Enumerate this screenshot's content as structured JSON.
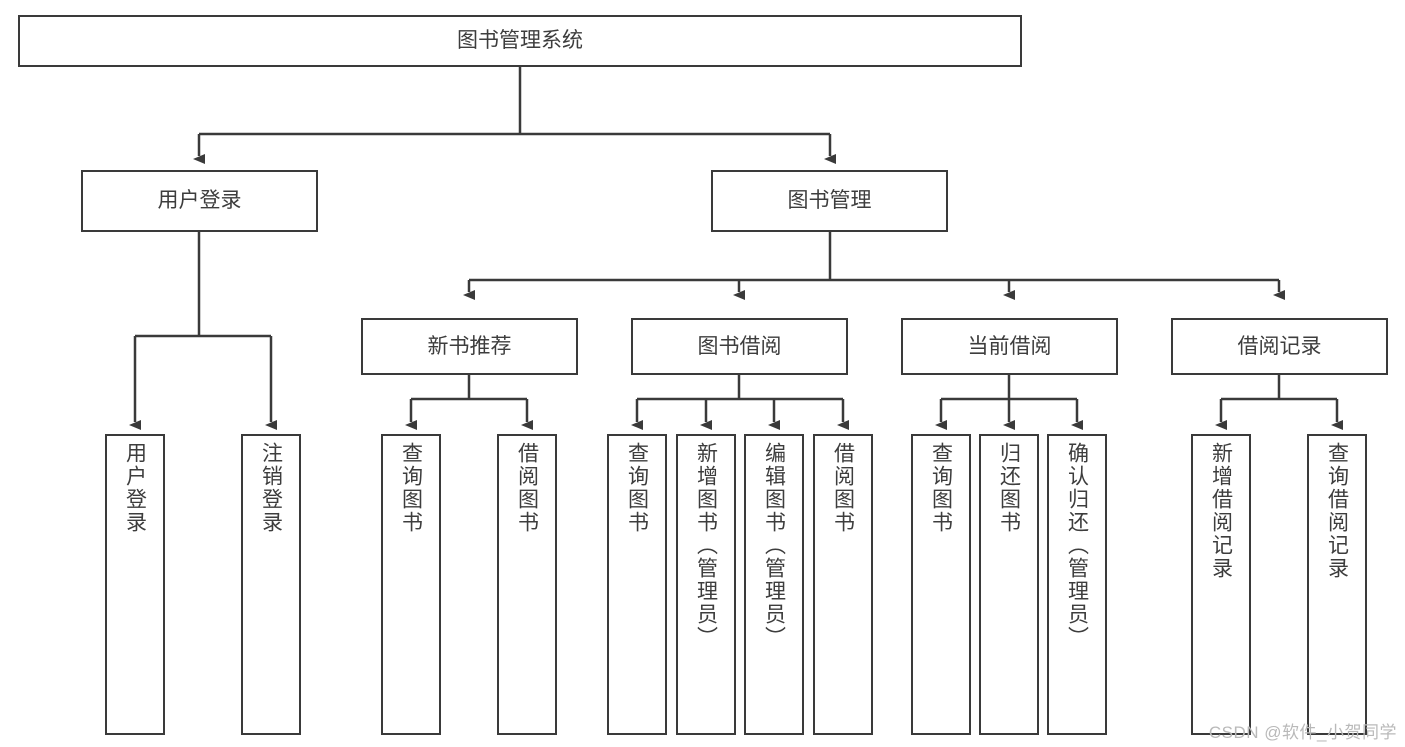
{
  "diagram": {
    "title": "图书管理系统",
    "type": "hierarchy-tree",
    "root": {
      "label": "图书管理系统"
    },
    "level2": [
      {
        "label": "用户登录"
      },
      {
        "label": "图书管理"
      }
    ],
    "level3": [
      {
        "label": "新书推荐"
      },
      {
        "label": "图书借阅"
      },
      {
        "label": "当前借阅"
      },
      {
        "label": "借阅记录"
      }
    ],
    "leaves": {
      "user_login": [
        {
          "label": "用户登录"
        },
        {
          "label": "注销登录"
        }
      ],
      "new_book_recommend": [
        {
          "label": "查询图书"
        },
        {
          "label": "借阅图书"
        }
      ],
      "book_borrow": [
        {
          "label": "查询图书"
        },
        {
          "label": "新增图书（管理员）"
        },
        {
          "label": "编辑图书（管理员）"
        },
        {
          "label": "借阅图书"
        }
      ],
      "current_borrow": [
        {
          "label": "查询图书"
        },
        {
          "label": "归还图书"
        },
        {
          "label": "确认归还（管理员）"
        }
      ],
      "borrow_record": [
        {
          "label": "新增借阅记录"
        },
        {
          "label": "查询借阅记录"
        }
      ]
    }
  },
  "watermark": {
    "text": "CSDN @软件_小贺同学"
  },
  "colors": {
    "stroke": "#3a3a3a",
    "text": "#3d3d3d",
    "background": "#ffffff",
    "watermark": "#b9b9b9"
  }
}
